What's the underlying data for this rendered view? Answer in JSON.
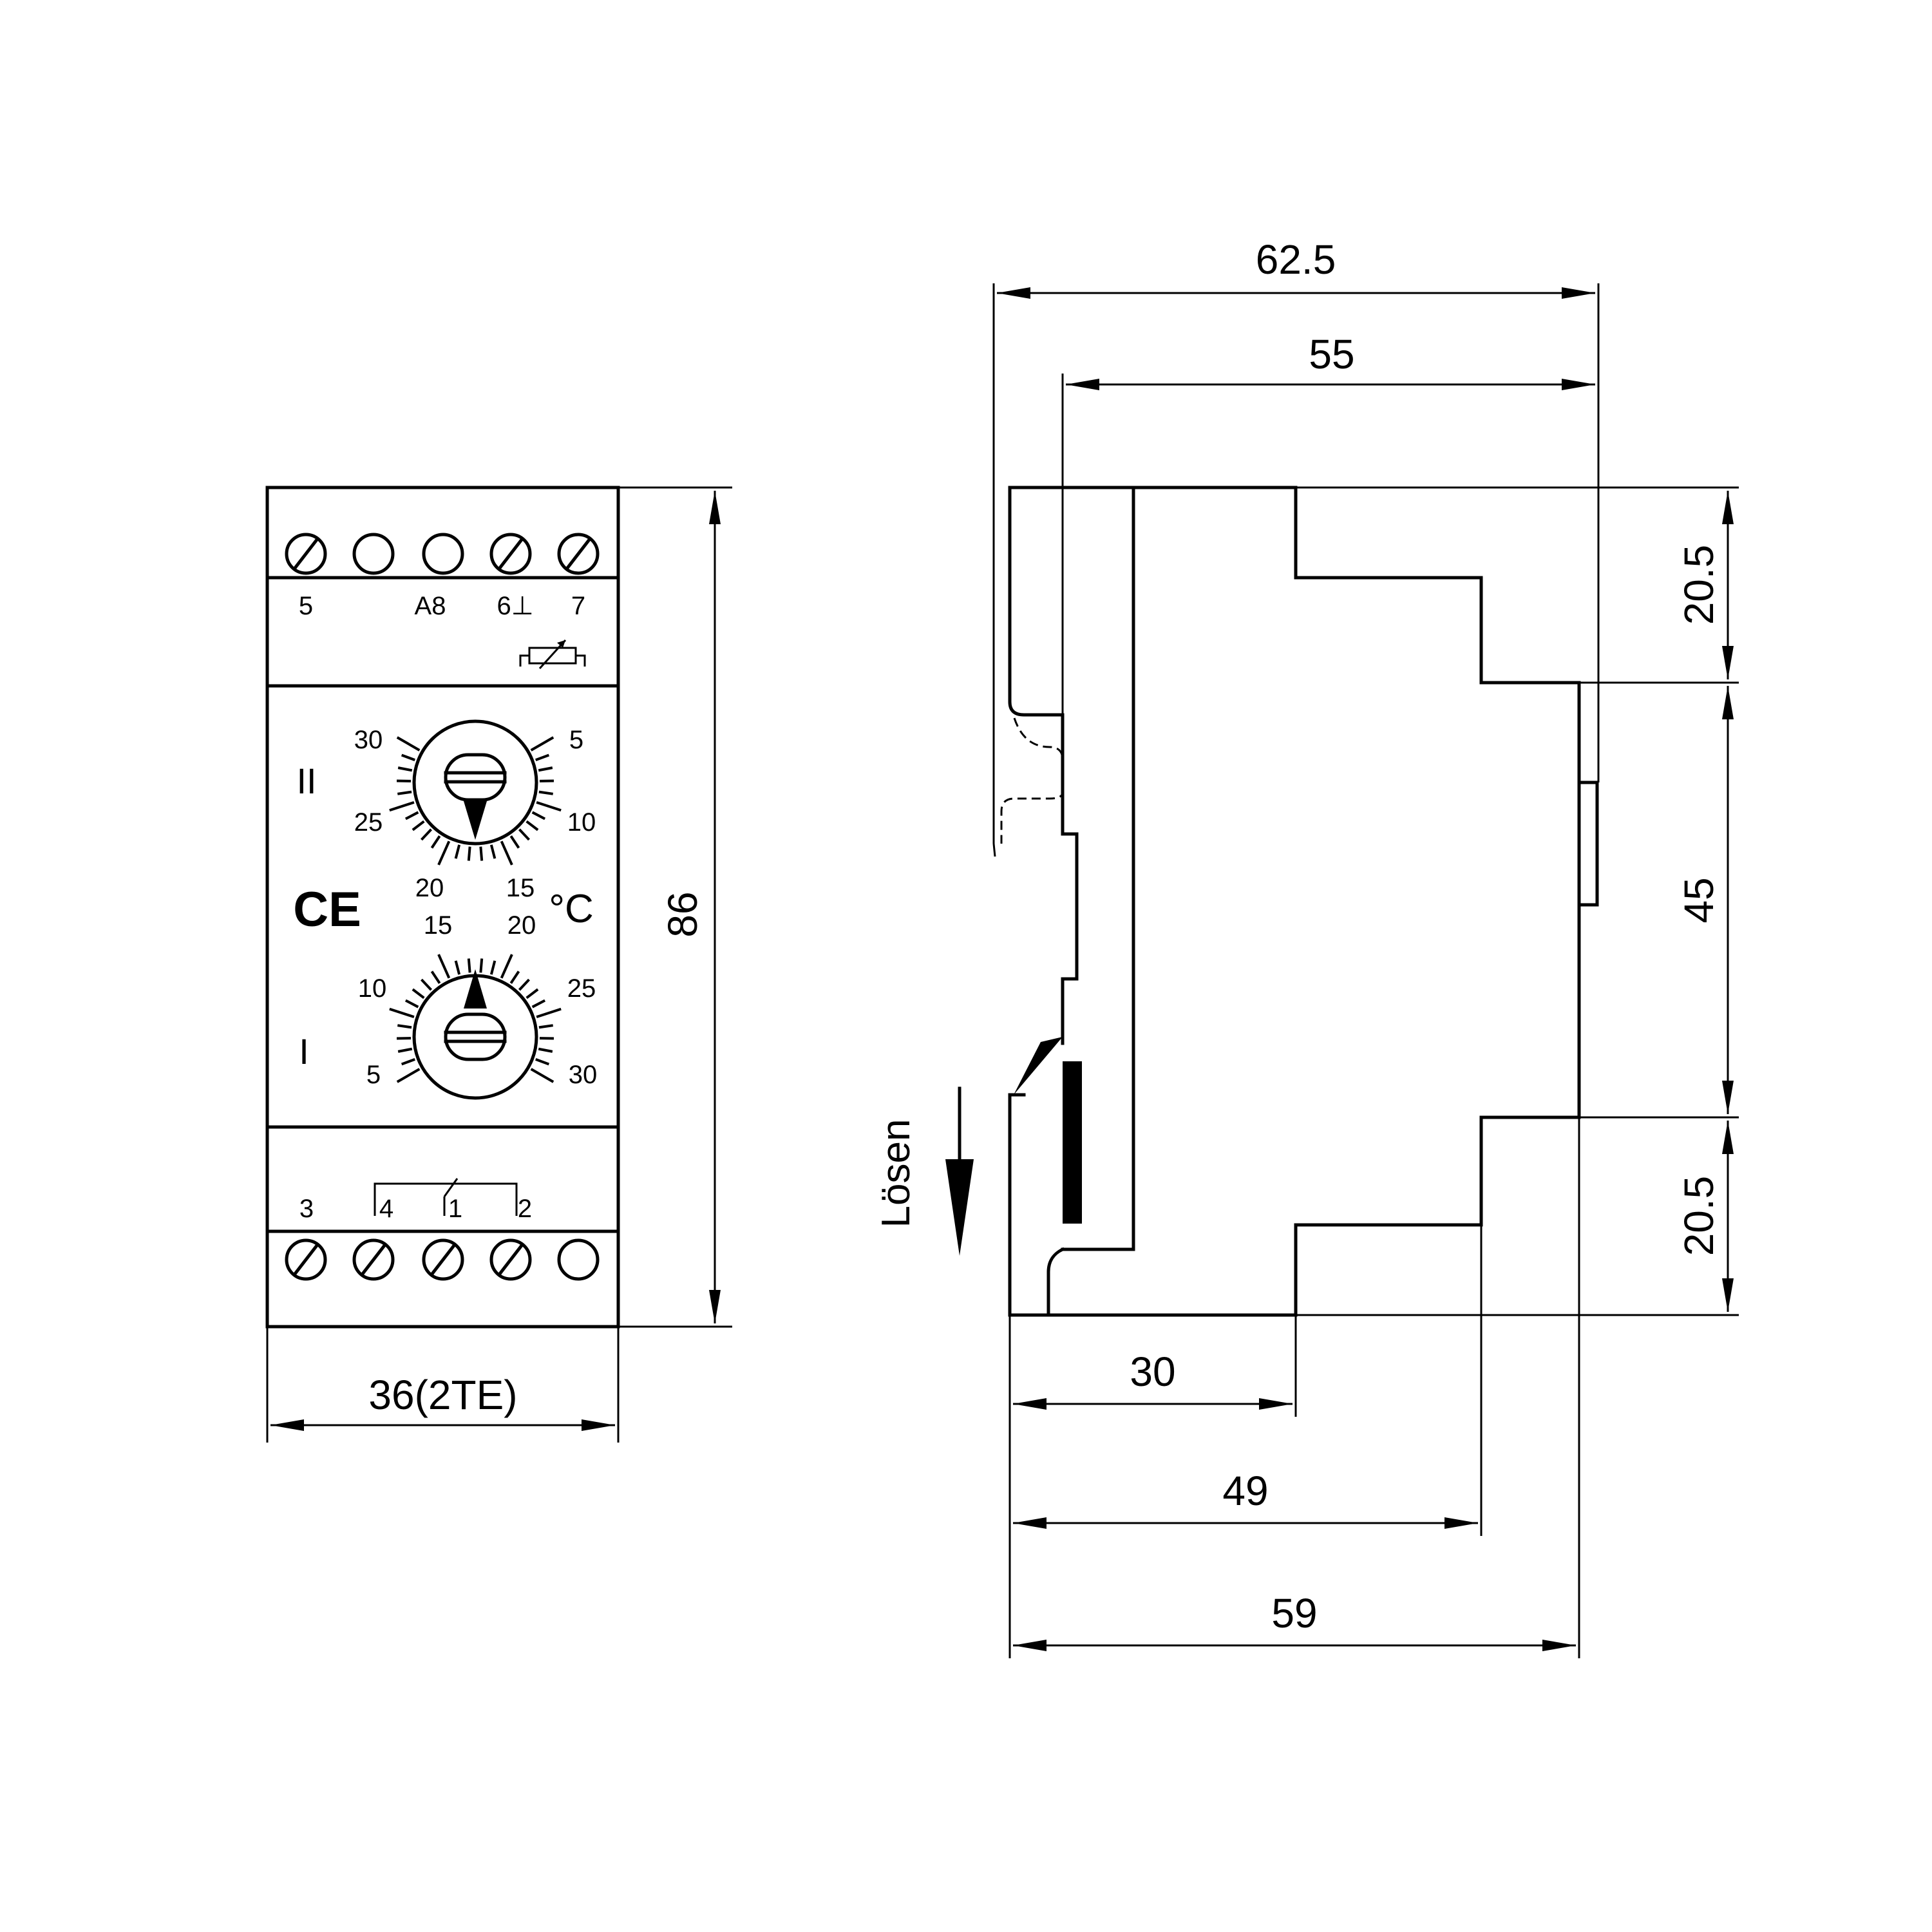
{
  "front_view": {
    "top_terminal_labels": [
      "5",
      "A8",
      "6⊥",
      "7"
    ],
    "bottom_terminal_labels": [
      "3",
      "4",
      "1",
      "2"
    ],
    "dial_2": {
      "roman": "II",
      "scale_labels": [
        "30",
        "5",
        "25",
        "10",
        "20",
        "15"
      ]
    },
    "dial_1": {
      "roman": "I",
      "scale_labels": [
        "15",
        "20",
        "10",
        "25",
        "5",
        "30"
      ]
    },
    "ce_mark": "CE",
    "unit": "°C"
  },
  "dimensions": {
    "height": "86",
    "width": "36(2TE)",
    "depth_total": "62.5",
    "depth_body": "55",
    "top_step": "20.5",
    "middle": "45",
    "bottom_step": "20.5",
    "step_1": "30",
    "step_2": "49",
    "step_3": "59"
  },
  "side_view": {
    "release_label": "Lösen"
  },
  "icons": [
    "screw-terminal-icon",
    "thermistor-symbol-icon",
    "arrow-down-icon",
    "ce-mark-icon"
  ]
}
